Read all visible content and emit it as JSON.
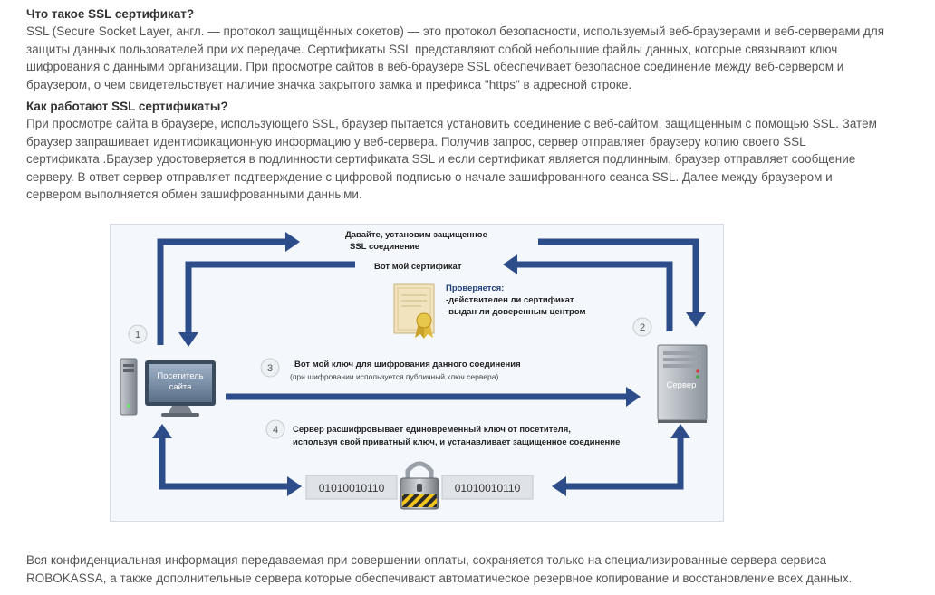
{
  "section1": {
    "heading": "Что такое SSL сертификат?",
    "lines": [
      "SSL (Secure Socket Layer, англ. — протокол защищённых сокетов) — это протокол безопасности, используемый веб-браузерами и веб-серверами для",
      "защиты данных пользователей при их передаче. Сертификаты SSL представляют собой небольшие файлы данных, которые связывают ключ",
      "шифрования с данными организации. При просмотре сайтов в веб-браузере SSL обеспечивает безопасное соединение между веб-сервером и",
      "браузером, о чем свидетельствует наличие значка закрытого замка и префикса \"https\" в адресной строке."
    ]
  },
  "section2": {
    "heading": "Как работают SSL сертификаты?",
    "lines": [
      "При просмотре сайта в браузере, использующего SSL, браузер пытается установить соединение с веб-сайтом, защищенным с помощью SSL. Затем",
      "браузер запрашивает идентификационную информацию у веб-сервера. Получив запрос, сервер отправляет браузеру копию своего SSL",
      "сертификата .Браузер удостоверяется в подлинности сертификата SSL и если сертификат является подлинным, браузер отправляет сообщение",
      "серверу. В ответ сервер отправляет подтверждение с цифровой подписью о начале зашифрованного сеанса SSL. Далее между браузером и",
      "сервером выполняется обмен зашифрованными данными."
    ]
  },
  "diagram": {
    "step1_line1": "Давайте, установим защищенное",
    "step1_line2": "SSL соединение",
    "cert_msg": "Вот мой сертификат",
    "check_title": "Проверяется:",
    "check_item1": "-действителен ли сертификат",
    "check_item2": "-выдан ли доверенным центром",
    "step3_line1": "Вот мой ключ для шифрования данного соединения",
    "step3_line2": "(при шифровании используется публичный ключ сервера)",
    "step4_line1": "Сервер расшифровывает единовременный ключ от посетителя,",
    "step4_line2": "используя свой приватный ключ, и устанавливает защищенное соединение",
    "visitor_line1": "Посетитель",
    "visitor_line2": "сайта",
    "server_label": "Сервер",
    "binary_left": "01010010110",
    "binary_right": "01010010110",
    "num1": "1",
    "num2": "2",
    "num3": "3",
    "num4": "4",
    "colors": {
      "arrow": "#2d4d8a",
      "bg": "#f4f8fc"
    }
  },
  "footer": {
    "lines": [
      "Вся конфиденциальная информация передаваемая при совершении оплаты, сохраняется только на специализированные сервера сервиса",
      "ROBOKASSA, а также дополнительные сервера которые обеспечивают автоматическое резервное копирование и восстановление всех данных."
    ]
  }
}
